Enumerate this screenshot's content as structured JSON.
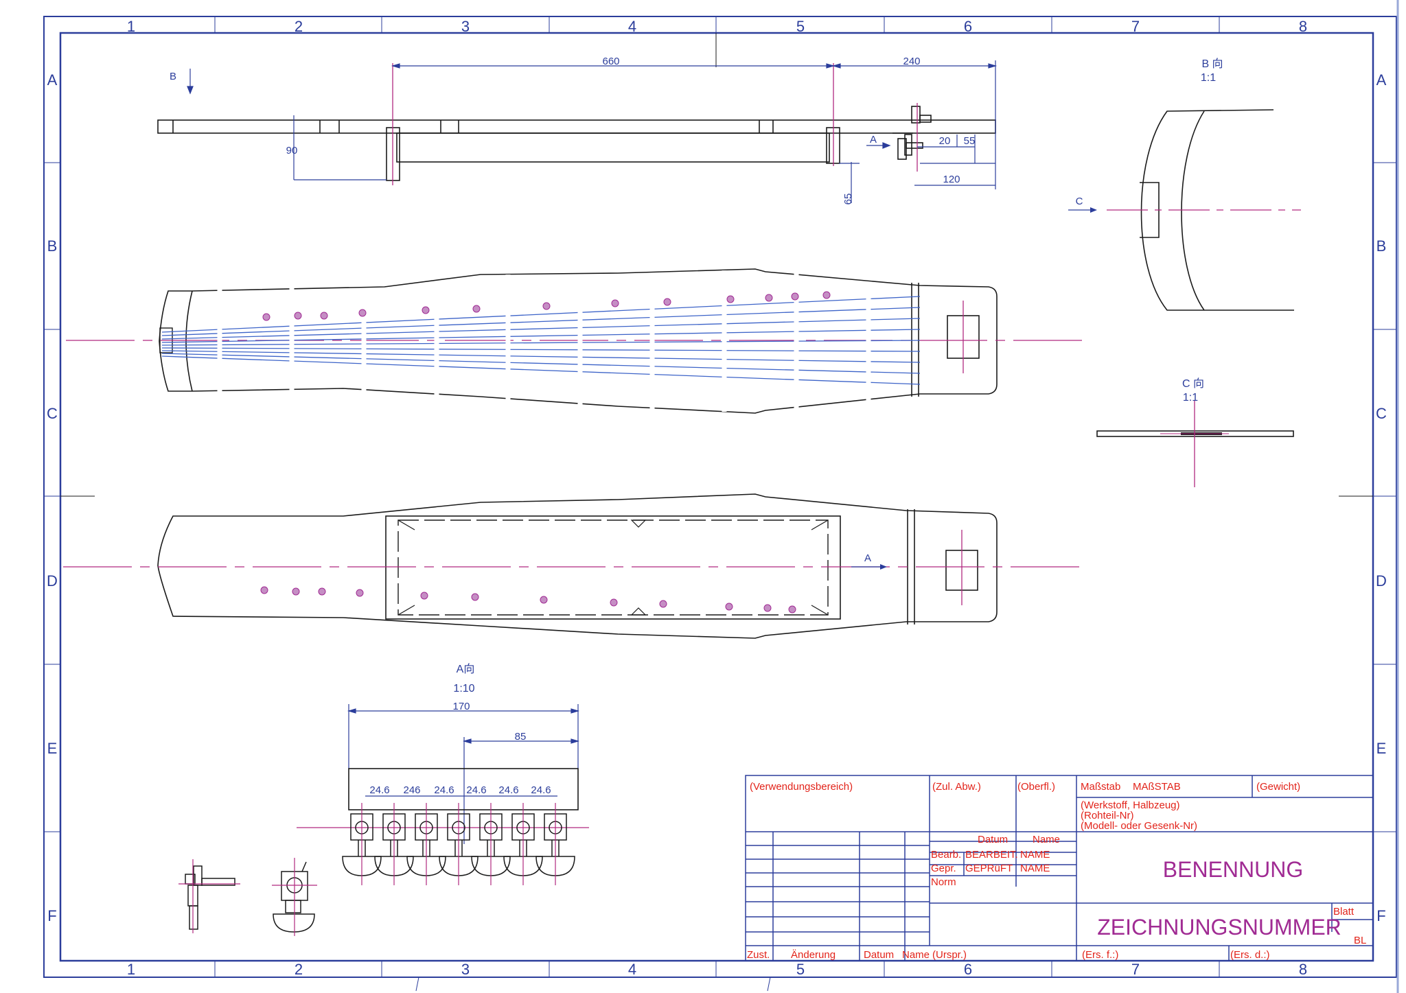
{
  "zones": {
    "columns": [
      "1",
      "2",
      "3",
      "4",
      "5",
      "6",
      "7",
      "8"
    ],
    "rows": [
      "A",
      "B",
      "C",
      "D",
      "E",
      "F"
    ]
  },
  "views": {
    "view_b_arrow": "B",
    "view_b": "B 向",
    "view_b_scale": "1:1",
    "view_c_arrow": "C",
    "view_c": "C 向",
    "view_c_scale": "1:1",
    "view_a_arrow_top": "A",
    "view_a_arrow_bottom": "A",
    "view_a": "A向",
    "view_a_scale": "1:10"
  },
  "dimensions": {
    "top_660": "660",
    "top_240": "240",
    "top_90": "90",
    "top_65": "65",
    "top_20": "20",
    "top_55": "55",
    "top_120": "120",
    "a_170": "170",
    "a_85": "85",
    "a_spacings": [
      "24.6",
      "246",
      "24.6",
      "24.6",
      "24.6",
      "24.6"
    ]
  },
  "title_block": {
    "usage_area": "(Verwendungsbereich)",
    "tolerance": "(Zul. Abw.)",
    "surface": "(Oberfl.)",
    "scale_label": "Maßstab",
    "scale_value": "MAßSTAB",
    "weight": "(Gewicht)",
    "material": "(Werkstoff, Halbzeug)",
    "blank_no": "(Rohteil-Nr)",
    "model_no": "(Modell- oder Gesenk-Nr)",
    "date_header": "Datum",
    "name_header": "Name",
    "edited": "Bearb.",
    "edited_by": "BEARBEIT.",
    "edited_name": "NAME",
    "checked": "Gepr.",
    "checked_by": "GEPRüFT",
    "checked_name": "NAME",
    "norm": "Norm",
    "title": "BENENNUNG",
    "drawing_number": "ZEICHNUNGSNUMMER",
    "sheet": "Blatt",
    "sheet_short": "BL",
    "state": "Zust.",
    "change": "Änderung",
    "change_date": "Datum",
    "change_name": "Name",
    "origin": "(Urspr.)",
    "replaces": "(Ers. f.:)",
    "replaced_by": "(Ers. d.:)"
  },
  "colors": {
    "frame": "#2b3d9b",
    "outline": "#1a1a1a",
    "centerline": "#b0287f",
    "strings": "#3c63c8",
    "title_accent": "#a02b93",
    "title_red": "#e2231a"
  }
}
